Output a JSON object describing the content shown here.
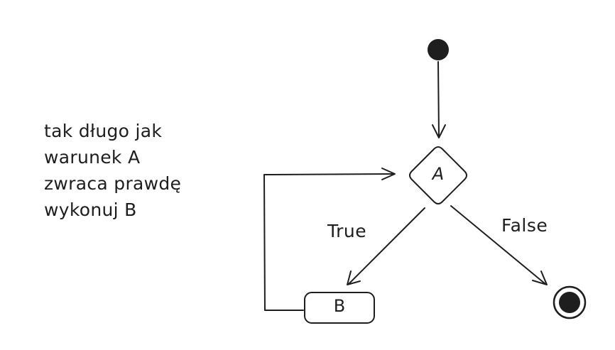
{
  "note": {
    "lines": [
      "tak długo jak",
      "warunek A",
      "zwraca prawdę",
      "wykonuj B"
    ]
  },
  "nodes": {
    "decision_label": "A",
    "action_label": "B"
  },
  "edges": {
    "true_label": "True",
    "false_label": "False"
  },
  "colors": {
    "stroke": "#1e1e1e",
    "background": "#ffffff"
  }
}
